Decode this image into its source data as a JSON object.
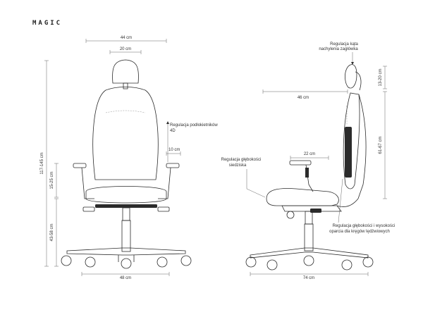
{
  "brand": "MAGIC",
  "front": {
    "width_total": "44 cm",
    "headrest_width": "20 cm",
    "height_total": "117-145 cm",
    "armrest_height": "15-25 cm",
    "seat_height": "43-58 cm",
    "armrest_note_line1": "Regulacja podłokietników",
    "armrest_note_line2": "4D",
    "armrest_width": "10 cm",
    "base_width": "48 cm"
  },
  "side": {
    "headrest_note_line1": "Regulacja kąta",
    "headrest_note_line2": "nachylenia zagłówka",
    "headrest_range": "13-20 cm",
    "depth_top": "46 cm",
    "backrest_height": "61-67 cm",
    "seat_depth": "22 cm",
    "seat_note_line1": "Regulacja głębokości",
    "seat_note_line2": "siedziska",
    "lumbar_note_line1": "Regulacja głębokości i wysokości",
    "lumbar_note_line2": "oparcia dla kręgów lędźwiowych",
    "base_depth": "74 cm"
  }
}
